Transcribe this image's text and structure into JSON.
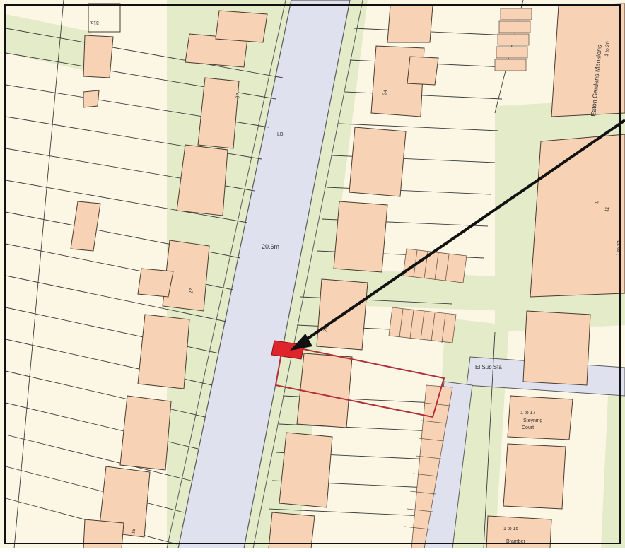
{
  "map": {
    "labels": {
      "lb": "LB",
      "spot_height": "20.6m",
      "el_sub_sta": "El Sub Sta",
      "eaton_gardens_mansions": "Eaton Gardens Mansions",
      "units_1_to_20": "1 to 20",
      "steyning_court": "Steyning",
      "steyning_court_2": "Court",
      "units_1_to_17": "1 to 17",
      "units_1_to_15": "1 to 15",
      "bramber": "Bramber",
      "units_1_to_32": "1 to 32",
      "house_37": "37",
      "house_27": "27",
      "house_15": "15",
      "house_31a": "31a",
      "house_24": "24",
      "house_34": "34",
      "house_9": "9",
      "house_11": "11"
    },
    "colors": {
      "paper": "#fcf7e4",
      "road": "#dfe2ee",
      "verge": "#e4ebc8",
      "building": "#f7d2b4",
      "outline": "#4a3b30",
      "site_boundary": "#b0303a",
      "site_marker": "#e0242c",
      "arrow": "#111111"
    }
  }
}
